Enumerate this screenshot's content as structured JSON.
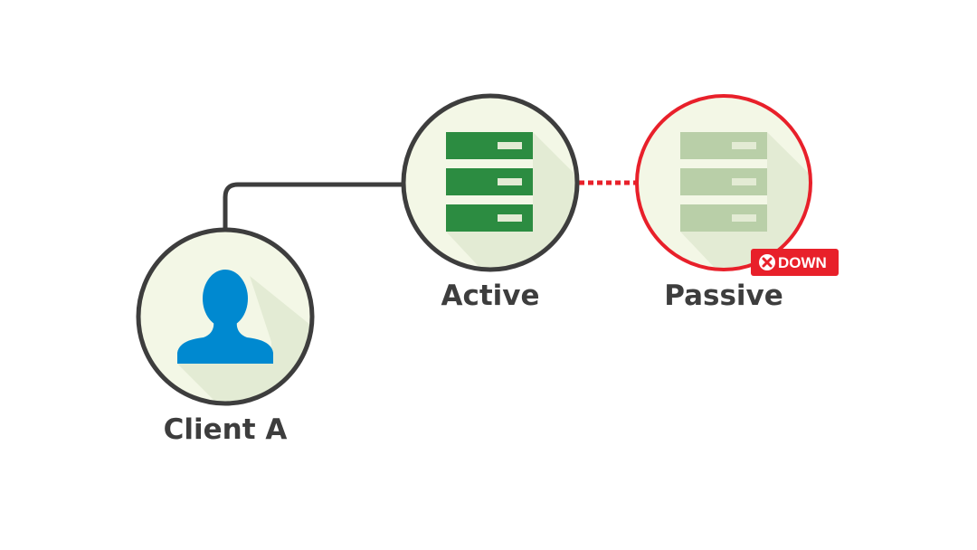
{
  "nodes": {
    "client": {
      "label": "Client A",
      "icon": "user-icon"
    },
    "active": {
      "label": "Active",
      "icon": "server-icon"
    },
    "passive": {
      "label": "Passive",
      "icon": "server-icon",
      "status_badge": "DOWN"
    }
  },
  "connections": [
    {
      "from": "Client A",
      "to": "Active",
      "style": "solid"
    },
    {
      "from": "Active",
      "to": "Passive",
      "style": "dotted"
    }
  ],
  "colors": {
    "node_fill": "#f3f7e6",
    "node_stroke": "#3d3d3d",
    "down_red": "#e8202a",
    "server_green": "#2c8c41",
    "server_faded": "#b9cfa8",
    "user_blue": "#0089d0",
    "shadow": "#e3ebd4"
  }
}
